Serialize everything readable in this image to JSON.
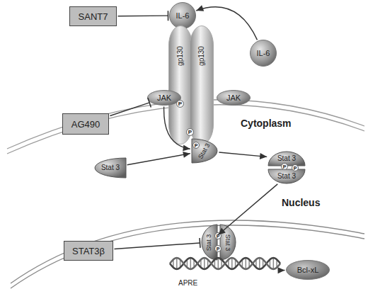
{
  "diagram": {
    "nodes": [
      {
        "text": [
          "SANT7"
        ]
      },
      {
        "text": [
          "IL-6"
        ]
      },
      {
        "text": [
          "IL-6"
        ]
      },
      {
        "text": [
          "gp130"
        ]
      },
      {
        "text": [
          "gp130"
        ]
      },
      {
        "text": [
          "JAK"
        ]
      },
      {
        "text": [
          "JAK"
        ]
      },
      {
        "text": [
          "P"
        ]
      },
      {
        "text": [
          "AG490"
        ]
      },
      {
        "text": [
          "P"
        ]
      },
      {
        "text": [
          "Stat 3"
        ]
      },
      {
        "text": [
          "P"
        ]
      },
      {
        "text": [
          "Stat 3"
        ]
      },
      {
        "text": [
          "Stat 3"
        ]
      },
      {
        "text": [
          "P"
        ]
      },
      {
        "text": [
          "Stat 3"
        ]
      },
      {
        "text": [
          "P"
        ]
      },
      {
        "text": [
          "Stat 3"
        ]
      },
      {
        "text": [
          "P"
        ]
      },
      {
        "text": [
          "Stat 3"
        ]
      },
      {
        "text": [
          "P"
        ]
      },
      {
        "text": [
          "STAT3β"
        ]
      },
      {
        "text": [
          "APRE"
        ]
      },
      {
        "text": [
          "Bcl-xL"
        ]
      }
    ],
    "edges": [
      {
        "from": 0,
        "to": 1,
        "arrow": "to"
      },
      {
        "from": 2,
        "to": 1,
        "arrow": "to"
      },
      {
        "from": 8,
        "to": 5,
        "arrow": "to"
      },
      {
        "from": 5,
        "to": 10,
        "arrow": "to"
      },
      {
        "from": 12,
        "to": 10,
        "arrow": "to"
      },
      {
        "from": 10,
        "to": 13,
        "arrow": "to"
      },
      {
        "from": 15,
        "to": 17,
        "arrow": "to"
      },
      {
        "from": 21,
        "to": 17,
        "arrow": "to"
      },
      {
        "from": 22,
        "to": 23,
        "arrow": "to"
      }
    ],
    "labels": [
      "Cytoplasm",
      "Nucleus"
    ]
  }
}
